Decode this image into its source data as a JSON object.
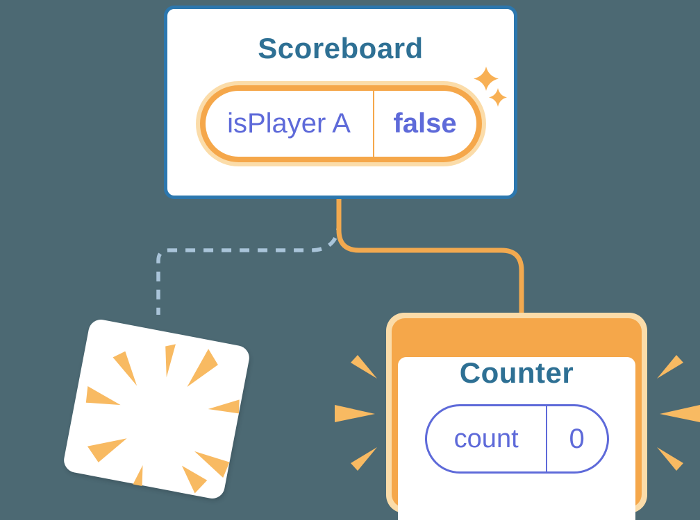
{
  "background_color": "#4C6973",
  "scoreboard": {
    "title": "Scoreboard",
    "state_pill": {
      "label": "isPlayer A",
      "value": "false"
    }
  },
  "counter": {
    "title": "Counter",
    "state_pill": {
      "label": "count",
      "value": "0"
    }
  },
  "decorations": {
    "sparkles_icon": "two four-pointed stars at top-right of scoreboard state pill",
    "poof_burst_icon": "radial orange burst inside tilted disappearing card",
    "emphasis_marks_icon": "three orange dashes flanking each side of counter card",
    "solid_connector": "orange elbow line from Scoreboard to Counter",
    "dashed_connector": "light-blue dashed elbow line from Scoreboard to destroyed card"
  },
  "colors": {
    "background": "#4C6973",
    "card_border_blue": "#2C77AE",
    "title_teal": "#2E7094",
    "state_purple": "#5E6AD9",
    "orange_strong": "#F5A74A",
    "orange_pale": "#FBDCA9",
    "orange_decoration": "#F8BA62",
    "dashed_blue": "#A9C4D9"
  }
}
